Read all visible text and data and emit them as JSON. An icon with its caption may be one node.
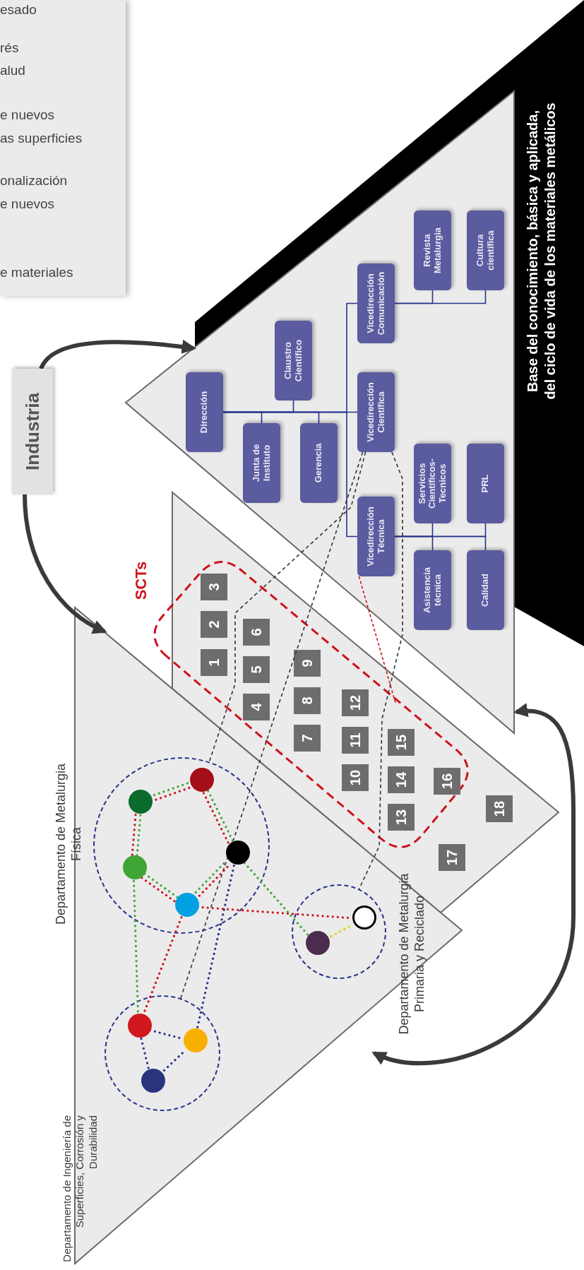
{
  "diagram": {
    "nodes": [
      {
        "text": [
          "Base del conocimiento, básica y aplicada, del ciclo de vida de los materiales metálicos"
        ]
      },
      {
        "text": [],
        "shape": "triangle"
      },
      {
        "text": [
          "Dirección"
        ],
        "in": 1
      },
      {
        "text": [
          "Claustro Científico"
        ],
        "in": 1
      },
      {
        "text": [
          "Junta de Instituto"
        ],
        "in": 1
      },
      {
        "text": [
          "Gerencia"
        ],
        "in": 1
      },
      {
        "text": [
          "Vicedirección Comunicación"
        ],
        "in": 1
      },
      {
        "text": [
          "Vicedirección Científica"
        ],
        "in": 1
      },
      {
        "text": [
          "Vicedirección Técnica"
        ],
        "in": 1
      },
      {
        "text": [
          "Revista Metalurgia"
        ],
        "in": 1
      },
      {
        "text": [
          "Cultura científica"
        ],
        "in": 1
      },
      {
        "text": [
          "Servicios Científicos-Tecnicos"
        ],
        "in": 1
      },
      {
        "text": [
          "PRL"
        ],
        "in": 1
      },
      {
        "text": [
          "Asistencia técnica"
        ],
        "in": 1
      },
      {
        "text": [
          "Calidad"
        ],
        "in": 1
      },
      {
        "text": [
          "Industria"
        ]
      },
      {
        "text": [],
        "shape": "triangle"
      },
      {
        "text": [
          "SCTs"
        ]
      },
      {
        "text": [
          "1"
        ],
        "in": 17
      },
      {
        "text": [
          "2"
        ],
        "in": 17
      },
      {
        "text": [
          "3"
        ],
        "in": 17
      },
      {
        "text": [
          "4"
        ],
        "in": 17
      },
      {
        "text": [
          "5"
        ],
        "in": 17
      },
      {
        "text": [
          "6"
        ],
        "in": 17
      },
      {
        "text": [
          "7"
        ],
        "in": 17
      },
      {
        "text": [
          "8"
        ],
        "in": 17
      },
      {
        "text": [
          "9"
        ],
        "in": 17
      },
      {
        "text": [
          "10"
        ],
        "in": 17
      },
      {
        "text": [
          "11"
        ],
        "in": 17
      },
      {
        "text": [
          "12"
        ],
        "in": 17
      },
      {
        "text": [
          "13"
        ],
        "in": 17
      },
      {
        "text": [
          "14"
        ],
        "in": 17
      },
      {
        "text": [
          "15"
        ],
        "in": 17
      },
      {
        "text": [
          "16"
        ],
        "in": 17
      },
      {
        "text": [
          "17"
        ],
        "in": 16
      },
      {
        "text": [
          "18"
        ],
        "in": 16
      },
      {
        "text": [],
        "shape": "triangle"
      },
      {
        "text": [
          "Departamento de Metalurgia Física"
        ],
        "in": 36
      },
      {
        "text": [],
        "shape": "circle",
        "in": 37
      },
      {
        "text": [],
        "shape": "circle",
        "in": 37
      },
      {
        "text": [],
        "shape": "circle",
        "in": 37
      },
      {
        "text": [],
        "shape": "circle",
        "in": 37
      },
      {
        "text": [],
        "shape": "circle",
        "in": 37
      },
      {
        "text": [
          "Departamento de Ingeniería de Superficies, Corrosión y Durabilidad"
        ],
        "in": 36
      },
      {
        "text": [],
        "shape": "circle",
        "in": 43
      },
      {
        "text": [],
        "shape": "circle",
        "in": 43
      },
      {
        "text": [],
        "shape": "circle",
        "in": 43
      },
      {
        "text": [
          "Departamento de Metalurgia Primaria y Reciclado"
        ],
        "in": 36
      },
      {
        "text": [],
        "shape": "circle",
        "in": 47
      },
      {
        "text": [],
        "shape": "circle",
        "in": 47
      }
    ],
    "edges": [
      {
        "from": 2,
        "to": 3,
        "arrow": "none"
      },
      {
        "from": 2,
        "to": 4,
        "arrow": "none"
      },
      {
        "from": 2,
        "to": 5,
        "arrow": "none"
      },
      {
        "from": 2,
        "to": 7,
        "arrow": "none"
      },
      {
        "from": 2,
        "to": 6,
        "arrow": "none"
      },
      {
        "from": 2,
        "to": 8,
        "arrow": "none"
      },
      {
        "from": 6,
        "to": 9,
        "arrow": "none"
      },
      {
        "from": 6,
        "to": 10,
        "arrow": "none"
      },
      {
        "from": 8,
        "to": 11,
        "arrow": "none"
      },
      {
        "from": 8,
        "to": 13,
        "arrow": "none"
      },
      {
        "from": 8,
        "to": 12,
        "arrow": "none"
      },
      {
        "from": 8,
        "to": 14,
        "arrow": "none"
      },
      {
        "from": 15,
        "to": 1,
        "arrow": "to",
        "style": "thick",
        "color": "#3a3a3a"
      },
      {
        "from": 15,
        "to": 36,
        "arrow": "to",
        "style": "thick",
        "color": "#3a3a3a"
      },
      {
        "from": 36,
        "to": 1,
        "arrow": "both",
        "style": "thick",
        "color": "#3a3a3a"
      },
      {
        "from": 7,
        "to": 37,
        "arrow": "none",
        "style": "dashed",
        "color": "#333333"
      },
      {
        "from": 7,
        "to": 43,
        "arrow": "none",
        "style": "dashed",
        "color": "#333333"
      },
      {
        "from": 7,
        "to": 47,
        "arrow": "none",
        "style": "dashed",
        "color": "#333333"
      },
      {
        "from": 8,
        "to": 17,
        "arrow": "none",
        "style": "dashed",
        "color": "#d0111b"
      },
      {
        "from": 39,
        "to": 38,
        "arrow": "none",
        "style": "dashed",
        "color": "#3fa535"
      },
      {
        "from": 39,
        "to": 38,
        "arrow": "none",
        "style": "dashed",
        "color": "#d0111b"
      },
      {
        "from": 39,
        "to": 40,
        "arrow": "none",
        "style": "dashed",
        "color": "#3fa535"
      },
      {
        "from": 39,
        "to": 40,
        "arrow": "none",
        "style": "dashed",
        "color": "#d0111b"
      },
      {
        "from": 38,
        "to": 42,
        "arrow": "none",
        "style": "dashed",
        "color": "#3fa535"
      },
      {
        "from": 38,
        "to": 42,
        "arrow": "none",
        "style": "dashed",
        "color": "#d0111b"
      },
      {
        "from": 40,
        "to": 41,
        "arrow": "none",
        "style": "dashed",
        "color": "#3fa535"
      },
      {
        "from": 40,
        "to": 41,
        "arrow": "none",
        "style": "dashed",
        "color": "#d0111b"
      },
      {
        "from": 41,
        "to": 42,
        "arrow": "none",
        "style": "dashed",
        "color": "#3fa535"
      },
      {
        "from": 41,
        "to": 42,
        "arrow": "none",
        "style": "dashed",
        "color": "#d0111b"
      },
      {
        "from": 40,
        "to": 44,
        "arrow": "none",
        "style": "dashed",
        "color": "#3fa535"
      },
      {
        "from": 41,
        "to": 44,
        "arrow": "none",
        "style": "dashed",
        "color": "#d0111b"
      },
      {
        "from": 42,
        "to": 45,
        "arrow": "none",
        "style": "dashed"
      },
      {
        "from": 44,
        "to": 45,
        "arrow": "none",
        "style": "dashed"
      },
      {
        "from": 44,
        "to": 46,
        "arrow": "none",
        "style": "dashed"
      },
      {
        "from": 46,
        "to": 45,
        "arrow": "none",
        "style": "dashed"
      },
      {
        "from": 41,
        "to": 48,
        "arrow": "none",
        "style": "dashed",
        "color": "#d0111b"
      },
      {
        "from": 42,
        "to": 49,
        "arrow": "none",
        "style": "dashed",
        "color": "#3fa535"
      },
      {
        "from": 49,
        "to": 48,
        "arrow": "none",
        "style": "dashed",
        "color": "#e5d000"
      }
    ],
    "labels": [
      "esado",
      "rés",
      "alud",
      "e nuevos",
      "as superficies",
      "onalización",
      "e nuevos",
      "e materiales"
    ]
  }
}
